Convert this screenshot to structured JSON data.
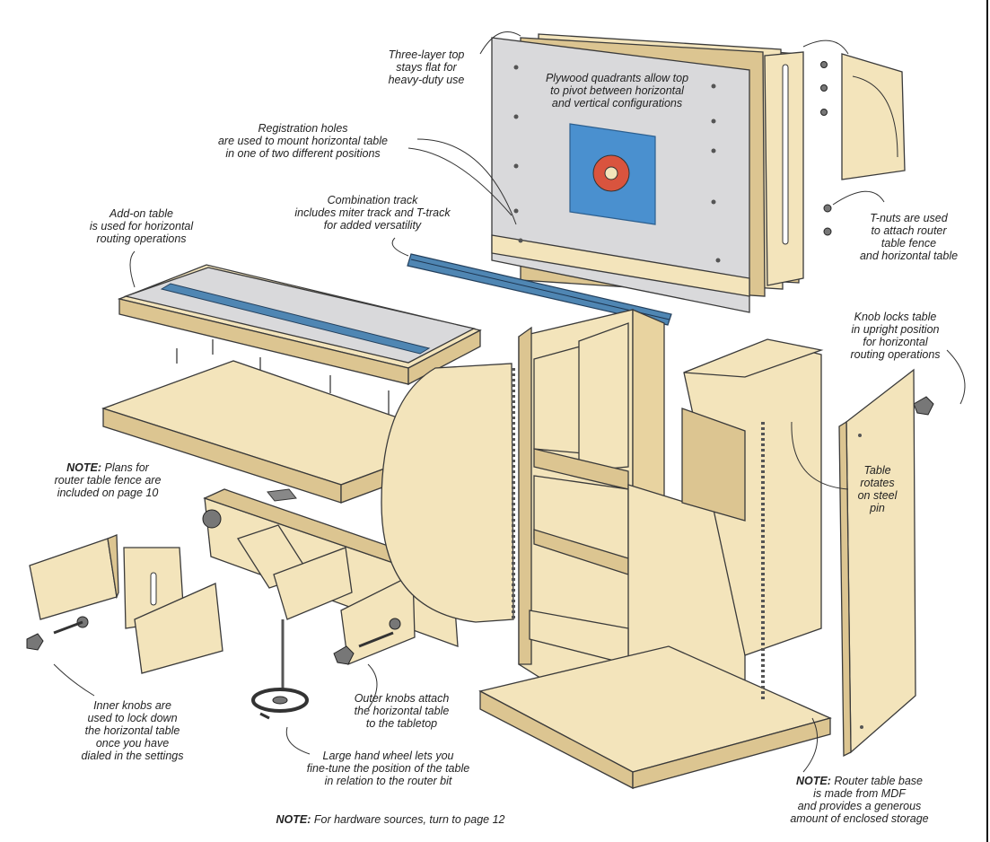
{
  "callouts": {
    "three_layer_top": "Three-layer top\nstays flat for\nheavy-duty use",
    "plywood_quadrants": "Plywood quadrants allow top\nto pivot between horizontal\nand vertical configurations",
    "registration_holes": "Registration holes\nare used to mount horizontal table\nin one of two different positions",
    "combination_track": "Combination track\nincludes miter track and T-track\nfor added versatility",
    "add_on_table": "Add-on table\nis used for horizontal\nrouting operations",
    "t_nuts": "T-nuts are used\nto attach router\ntable fence\nand horizontal table",
    "knob_locks": "Knob locks table\nin upright position\nfor horizontal\nrouting operations",
    "table_rotates": "Table\nrotates\non steel\npin",
    "note_fence_label": "NOTE:",
    "note_fence_text": " Plans for\nrouter table fence are\nincluded on page 10",
    "inner_knobs": "Inner knobs are\nused to lock down\nthe horizontal table\nonce you have\ndialed in the settings",
    "outer_knobs": "Outer knobs attach\nthe horizontal table\nto the tabletop",
    "hand_wheel": "Large hand wheel lets you\nfine-tune the position of the table\nin relation to the router bit",
    "note_hardware_label": "NOTE:",
    "note_hardware_text": " For hardware sources, turn to page 12",
    "note_base_label": "NOTE:",
    "note_base_text": " Router table base\nis made from MDF\nand provides a generous\namount of enclosed storage"
  },
  "colors": {
    "wood": "#f3e4bb",
    "wood_edge": "#d9c08a",
    "laminate": "#d9d9db",
    "plate": "#4a90cf",
    "track": "#4f86b3",
    "outline": "#3a3a3a"
  }
}
